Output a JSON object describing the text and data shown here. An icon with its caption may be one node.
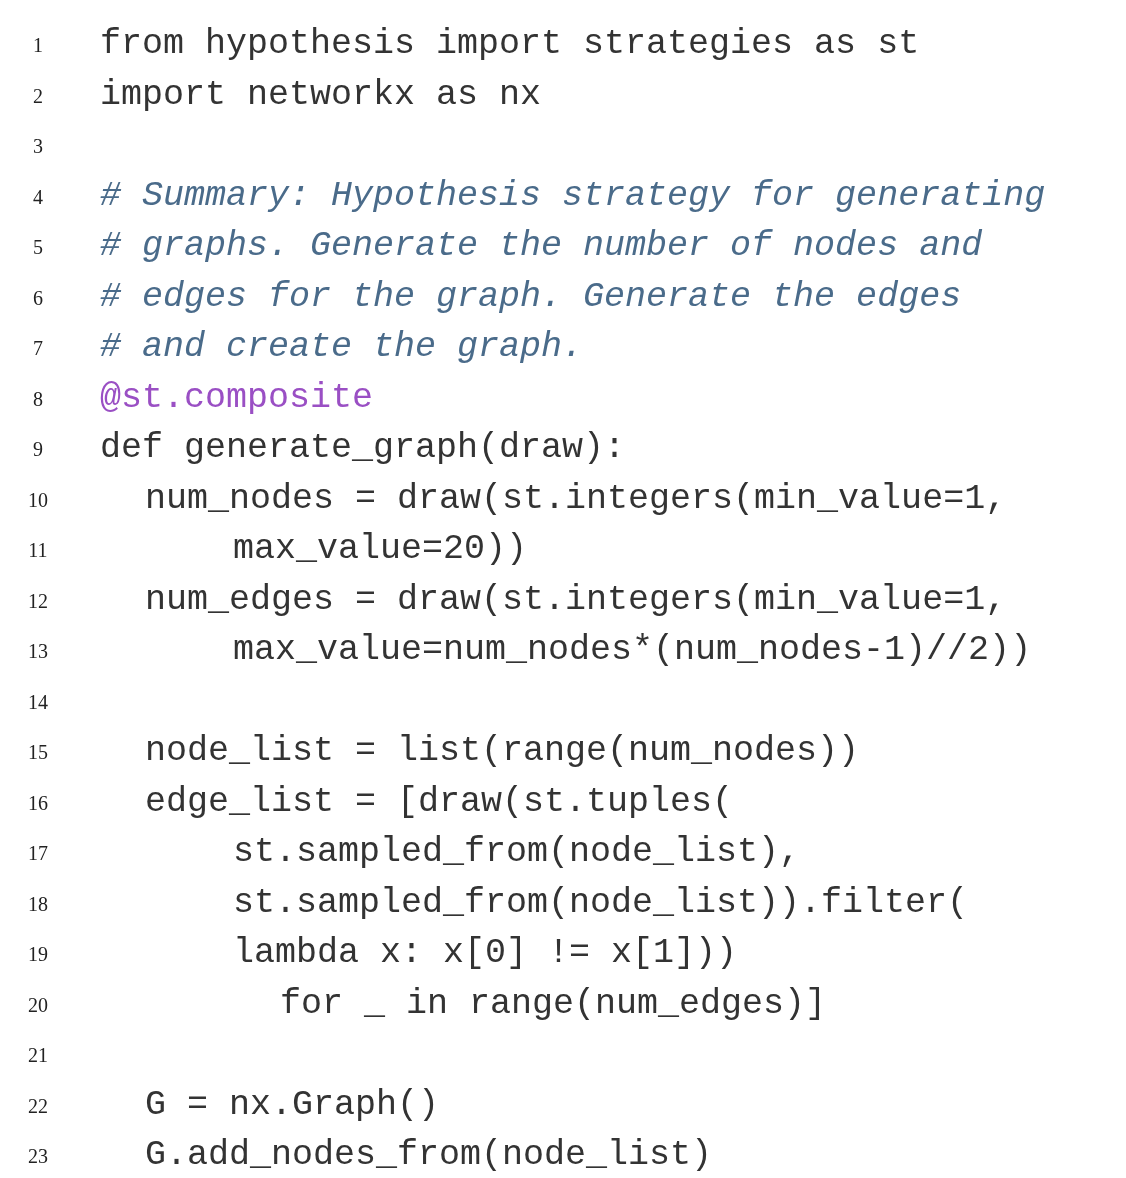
{
  "diagram": {
    "labels": [
      "1",
      "from hypothesis import strategies as st",
      "2",
      "import networkx as nx",
      "3",
      "4",
      "# Summary: Hypothesis strategy for generating",
      "5",
      "# graphs. Generate the number of nodes and",
      "6",
      "# edges for the graph. Generate the edges",
      "7",
      "# and create the graph.",
      "8",
      "@st.composite",
      "9",
      "def generate_graph(draw):",
      "10",
      "num_nodes = draw(st.integers(min_value=1,",
      "11",
      "max_value=20))",
      "12",
      "num_edges = draw(st.integers(min_value=1,",
      "13",
      "max_value=num_nodes*(num_nodes-1)//2))",
      "14",
      "15",
      "node_list = list(range(num_nodes))",
      "16",
      "edge_list = [draw(st.tuples(",
      "17",
      "st.sampled_from(node_list),",
      "18",
      "st.sampled_from(node_list)).filter(",
      "19",
      "lambda x: x[0] != x[1]))",
      "20",
      "for _ in range(num_edges)]",
      "21",
      "22",
      "G = nx.Graph()",
      "23",
      "G.add_nodes_from(node_list)"
    ]
  }
}
